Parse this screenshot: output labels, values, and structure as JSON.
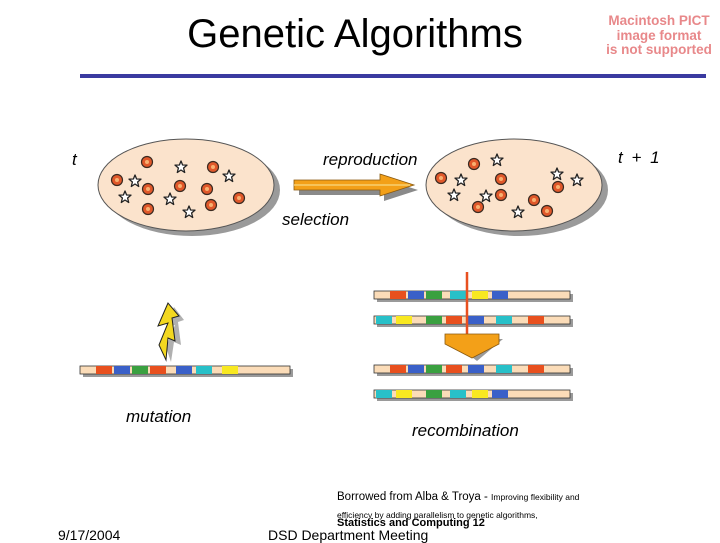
{
  "slide": {
    "title": "Genetic Algorithms",
    "pict_notice": [
      "Macintosh PICT",
      "image format",
      "is not supported"
    ],
    "label_t": "t",
    "label_t1": "t + 1",
    "label_reproduction": "reproduction",
    "label_selection": "selection",
    "label_mutation": "mutation",
    "label_recombination": "recombination",
    "credit_main": "Borrowed from Alba & Troya - ",
    "credit_small1": "Improving flexibility and",
    "credit_small2": "efficiency by adding parallelism to genetic algorithms,",
    "journal": "Statistics and Computing 12",
    "date": "9/17/2004",
    "meeting": "DSD Department Meeting"
  },
  "colors": {
    "rule": "#3a3aa0",
    "ellipse_fill": "#fbe3cc",
    "dot_fill": "#e0582a",
    "arrow_fill": "#f3a018",
    "chrom_orange": "#e8501e",
    "chrom_blue": "#3a60c8",
    "chrom_green": "#3aa040",
    "chrom_cyan": "#28c0c8",
    "chrom_yellow": "#f8e820",
    "chrom_peach": "#fbdcb8",
    "lightning": "#f3d820"
  }
}
